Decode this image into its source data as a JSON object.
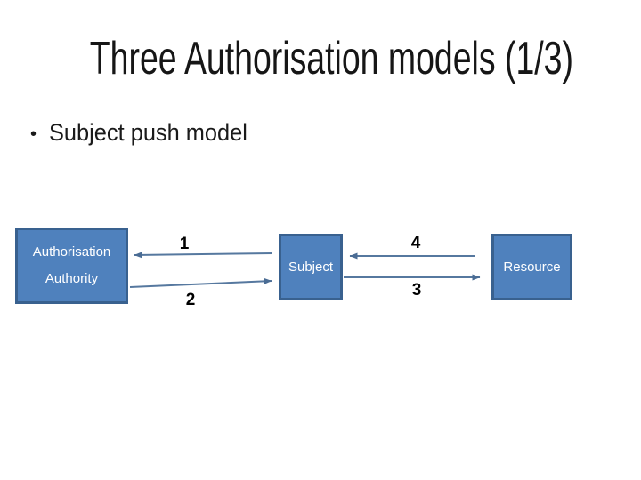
{
  "slide": {
    "title": "Three Authorisation models (1/3)",
    "bullet_marker": "•",
    "bullet": "Subject push model"
  },
  "diagram": {
    "boxes": [
      {
        "id": "authorisation-authority",
        "label": "Authorisation Authority"
      },
      {
        "id": "subject",
        "label": "Subject"
      },
      {
        "id": "resource",
        "label": "Resource"
      }
    ],
    "arrows": [
      {
        "label": "1",
        "from": "subject",
        "to": "authorisation-authority",
        "direction": "left"
      },
      {
        "label": "2",
        "from": "authorisation-authority",
        "to": "subject",
        "direction": "right"
      },
      {
        "label": "3",
        "from": "subject",
        "to": "resource",
        "direction": "right"
      },
      {
        "label": "4",
        "from": "resource",
        "to": "subject",
        "direction": "left"
      }
    ],
    "colors": {
      "box_fill": "#4f81bd",
      "box_border": "#39618f",
      "connector": "#56789f",
      "box_text": "#ffffff",
      "title_text": "#161616",
      "label_text": "#000000",
      "background": "#ffffff"
    }
  }
}
